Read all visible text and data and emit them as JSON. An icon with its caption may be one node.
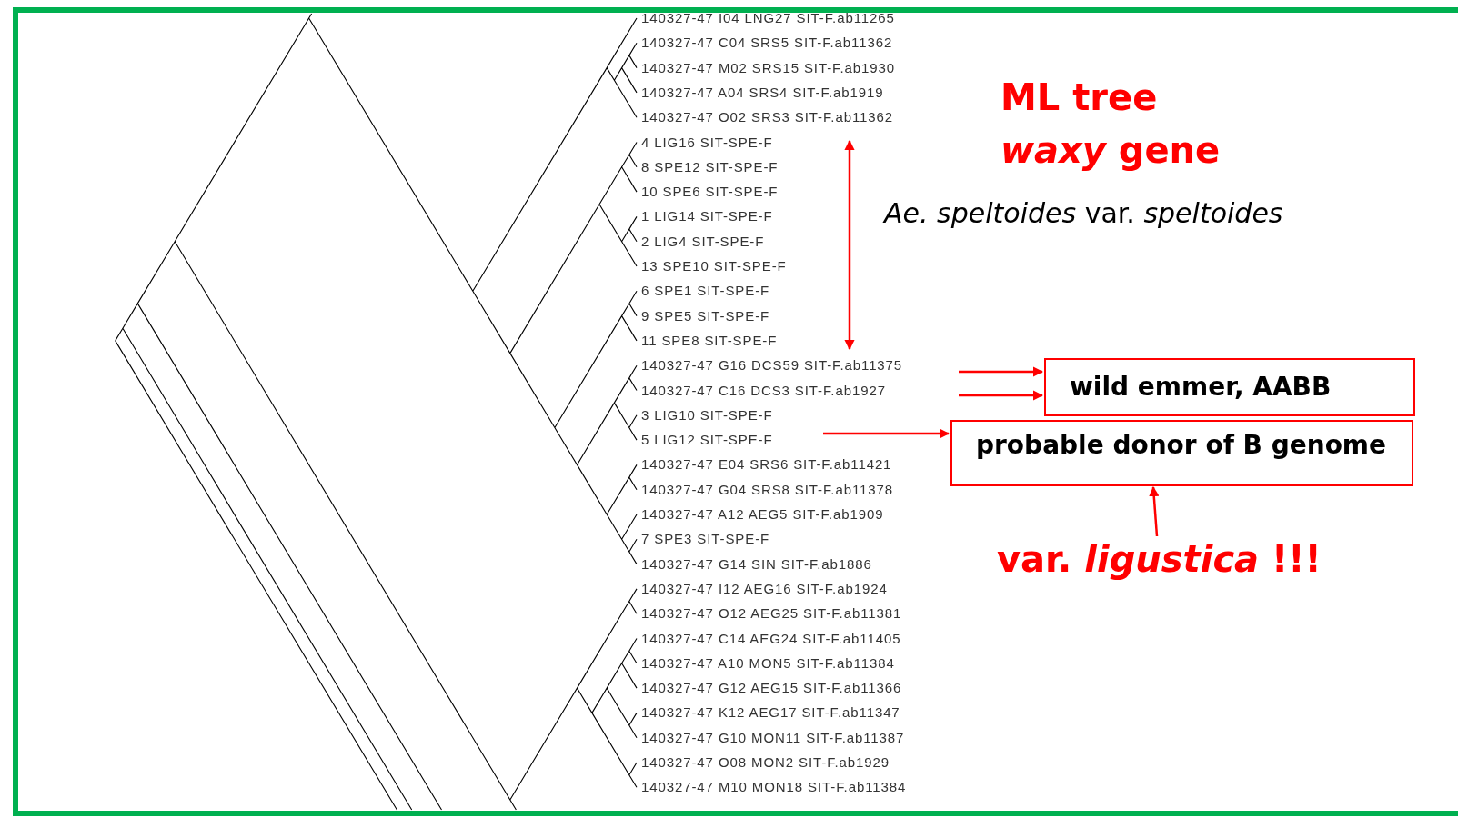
{
  "diagram": {
    "title": "ML tree *waxy* gene",
    "nodes": [
      {
        "text": [
          "wild emmer, AABB"
        ]
      },
      {
        "text": [
          "probable donor of B genome"
        ]
      },
      {
        "text": [
          "var. *ligustica* !!!"
        ]
      }
    ],
    "edges": [
      {
        "from": null,
        "to": 0,
        "arrow": "to"
      },
      {
        "from": null,
        "to": 0,
        "arrow": "to"
      },
      {
        "from": null,
        "to": 1,
        "arrow": "to"
      },
      {
        "from": 2,
        "to": 1,
        "arrow": "to"
      }
    ],
    "labels": [
      "140327-47 I04 LNG27 SIT-F.ab11265",
      "140327-47 C04 SRS5 SIT-F.ab11362",
      "140327-47 M02 SRS15 SIT-F.ab1930",
      "140327-47 A04 SRS4 SIT-F.ab1919",
      "140327-47 O02 SRS3 SIT-F.ab11362",
      "4 LIG16 SIT-SPE-F",
      "8 SPE12 SIT-SPE-F",
      "10 SPE6 SIT-SPE-F",
      "1 LIG14 SIT-SPE-F",
      "2 LIG4 SIT-SPE-F",
      "13 SPE10 SIT-SPE-F",
      "6 SPE1 SIT-SPE-F",
      "9 SPE5 SIT-SPE-F",
      "11 SPE8 SIT-SPE-F",
      "140327-47 G16 DCS59 SIT-F.ab11375",
      "140327-47 C16 DCS3 SIT-F.ab1927",
      "3 LIG10 SIT-SPE-F",
      "5 LIG12 SIT-SPE-F",
      "140327-47 E04 SRS6 SIT-F.ab11421",
      "140327-47 G04 SRS8 SIT-F.ab11378",
      "140327-47 A12 AEG5 SIT-F.ab1909",
      "7 SPE3 SIT-SPE-F",
      "140327-47 G14 SIN SIT-F.ab1886",
      "140327-47 I12 AEG16 SIT-F.ab1924",
      "140327-47 O12 AEG25 SIT-F.ab11381",
      "140327-47 C14 AEG24 SIT-F.ab11405",
      "140327-47 A10 MON5 SIT-F.ab11384",
      "140327-47 G12 AEG15 SIT-F.ab11366",
      "140327-47 K12 AEG17 SIT-F.ab11347",
      "140327-47 G10 MON11 SIT-F.ab11387",
      "140327-47 O08 MON2 SIT-F.ab1929",
      "140327-47 M10 MON18 SIT-F.ab11384",
      "*Ae. speltoides* var. *speltoides*"
    ]
  }
}
